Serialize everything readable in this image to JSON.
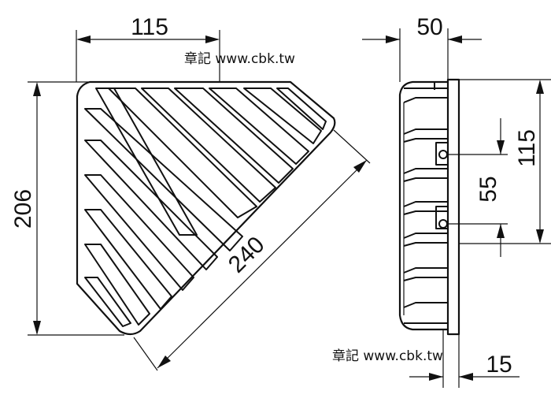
{
  "dimensions": {
    "top_width": "115",
    "height": "206",
    "diagonal": "240",
    "depth": "50",
    "back_height": "115",
    "hole_spacing": "55",
    "plate_thickness": "15"
  },
  "watermarks": {
    "top": "章記 www.cbk.tw",
    "bottom": "章記 www.cbk.tw"
  },
  "colors": {
    "line": "#111111",
    "background": "#ffffff"
  }
}
